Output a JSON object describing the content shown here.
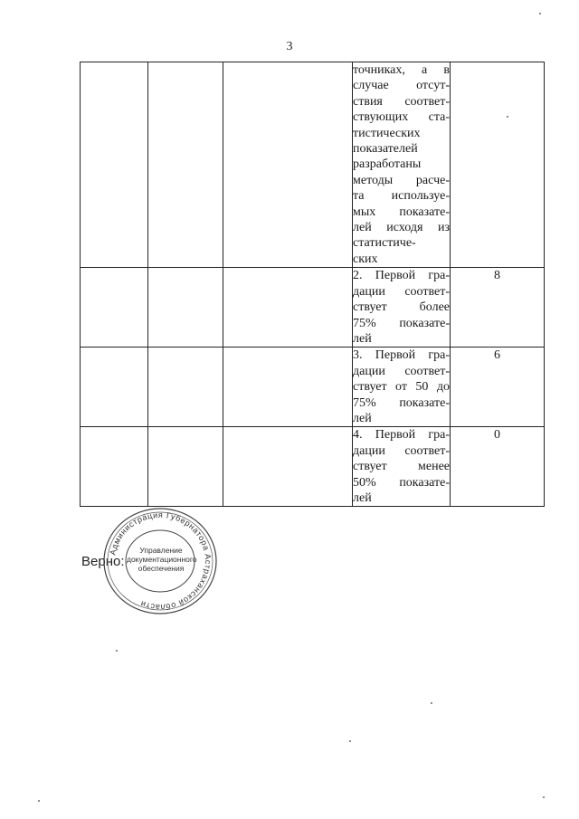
{
  "page_number": "3",
  "table": {
    "rows": [
      {
        "description_lines": [
          "точниках, а в",
          "случае отсут-",
          "ствия соответ-",
          "ствующих ста-",
          "тистических",
          "показателей",
          "разработаны",
          "методы расче-",
          "та используе-",
          "мых показате-",
          "лей исходя из",
          "статистиче-",
          "ских"
        ],
        "score": ""
      },
      {
        "description_lines": [
          "2. Первой гра-",
          "дации соответ-",
          "ствует более",
          "75% показате-",
          "лей"
        ],
        "score": "8"
      },
      {
        "description_lines": [
          "3. Первой гра-",
          "дации соответ-",
          "ствует от 50 до",
          "75% показате-",
          "лей"
        ],
        "score": "6"
      },
      {
        "description_lines": [
          "4. Первой гра-",
          "дации соответ-",
          "ствует менее",
          "50% показате-",
          "лей"
        ],
        "score": "0"
      }
    ]
  },
  "certification": {
    "label": "Верно:",
    "stamp_ring_text": "Администрация Губернатора Астраханской области",
    "stamp_center_lines": [
      "Управление",
      "документационного",
      "обеспечения"
    ]
  }
}
